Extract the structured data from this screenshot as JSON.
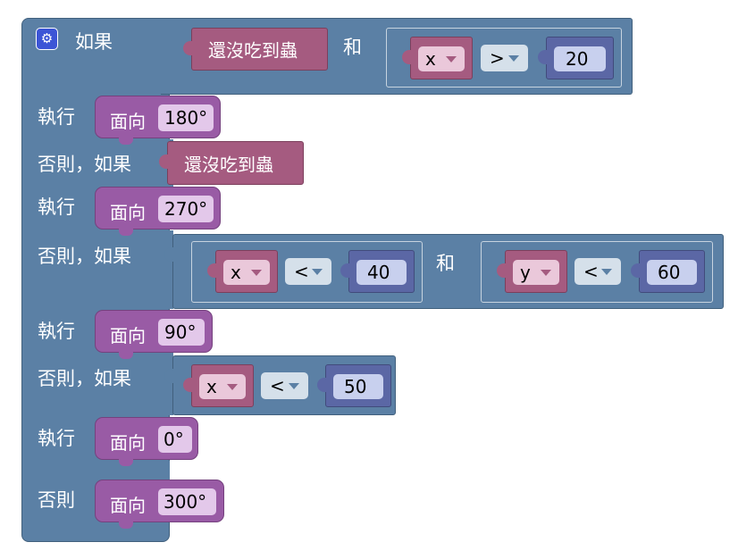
{
  "keywords": {
    "if": "如果",
    "then": "執行",
    "else_if": "否則，如果",
    "else": "否則",
    "and": "和"
  },
  "sensor_label": "還沒吃到蟲",
  "action_label": "面向",
  "vars": {
    "x": "x",
    "y": "y"
  },
  "ops": {
    "gt": ">",
    "lt": "<"
  },
  "numbers": {
    "n20": "20",
    "n40": "40",
    "n60": "60",
    "n50": "50"
  },
  "angles": {
    "a180": "180°",
    "a270": "270°",
    "a90": "90°",
    "a0": "0°",
    "a300": "300°"
  },
  "colors": {
    "logic": "#5b80a5",
    "sensor": "#a55b80",
    "math": "#5b67a5",
    "action": "#995ba5"
  },
  "icons": {
    "gear": "gear-icon",
    "dropdown": "dropdown-arrow-icon"
  }
}
